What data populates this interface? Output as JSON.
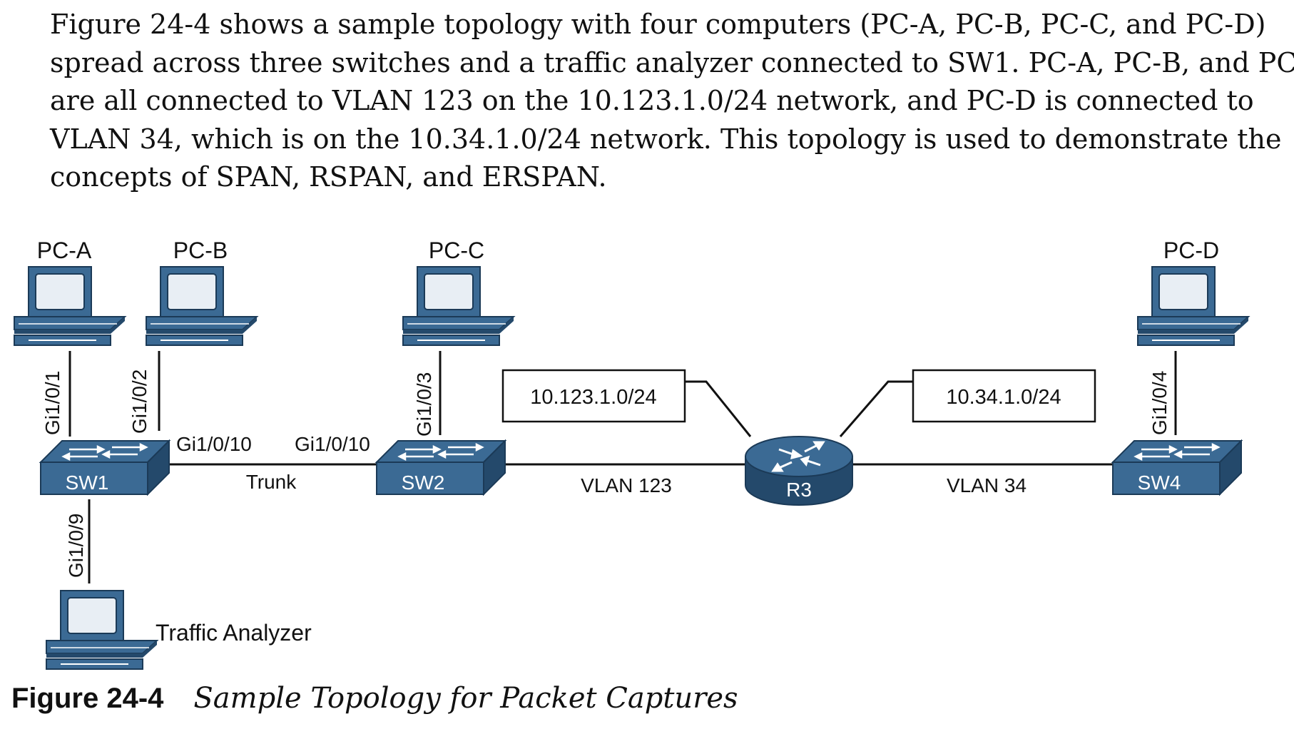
{
  "paragraph": {
    "lines": [
      "Figure 24-4 shows a sample topology with four computers (PC-A, PC-B, PC-C, and PC-D)",
      "spread across three switches and a traffic analyzer connected to SW1. PC-A, PC-B, and PC-C",
      "are all connected to VLAN 123 on the 10.123.1.0/24 network, and PC-D is connected to",
      "VLAN 34, which is on the 10.34.1.0/24 network. This topology is used to demonstrate the",
      "concepts of SPAN, RSPAN, and ERSPAN."
    ]
  },
  "diagram": {
    "colors": {
      "device": "#3b6a94",
      "device_dark": "#24496b",
      "screen": "#e8eef4",
      "line": "#111111"
    },
    "pcs": {
      "pc_a": "PC-A",
      "pc_b": "PC-B",
      "pc_c": "PC-C",
      "pc_d": "PC-D",
      "analyzer": "Traffic Analyzer"
    },
    "switches": {
      "sw1": "SW1",
      "sw2": "SW2",
      "sw4": "SW4"
    },
    "router": "R3",
    "ports": {
      "sw1_pc_a": "Gi1/0/1",
      "sw1_pc_b": "Gi1/0/2",
      "sw1_trunk": "Gi1/0/10",
      "sw2_trunk": "Gi1/0/10",
      "sw2_pc_c": "Gi1/0/3",
      "sw4_pc_d": "Gi1/0/4",
      "sw1_analyzer": "Gi1/0/9"
    },
    "links": {
      "trunk": "Trunk",
      "vlan123": "VLAN 123",
      "vlan34": "VLAN 34"
    },
    "networks": {
      "left": "10.123.1.0/24",
      "right": "10.34.1.0/24"
    }
  },
  "caption": {
    "number": "Figure 24-4",
    "title": "Sample Topology for Packet Captures"
  }
}
